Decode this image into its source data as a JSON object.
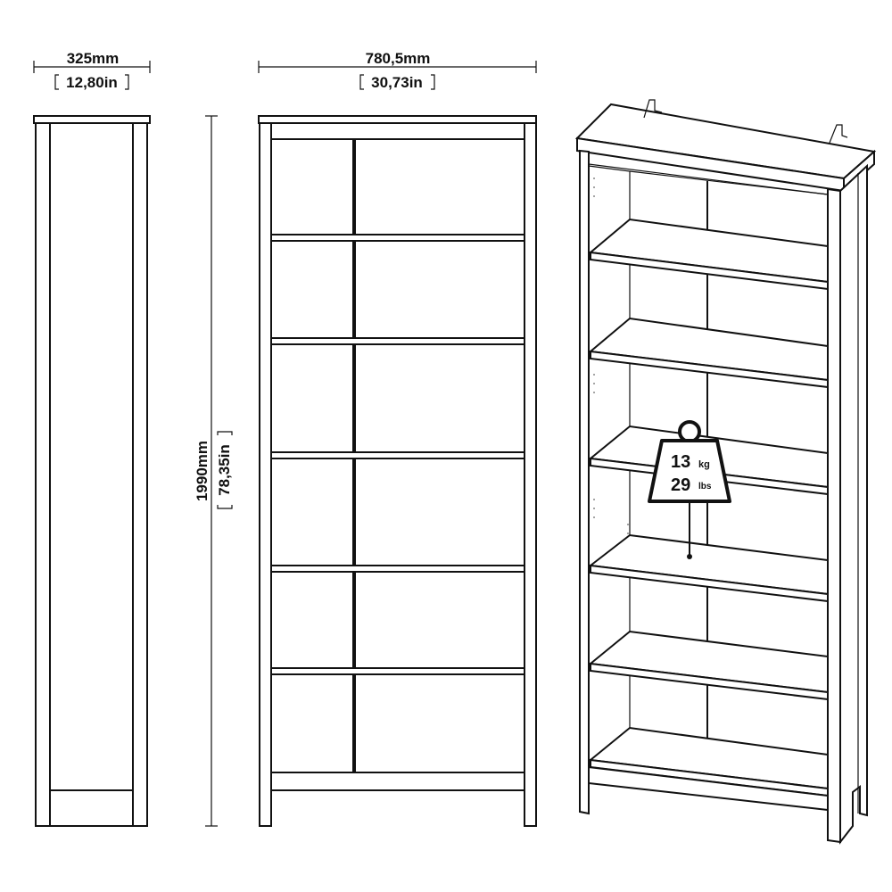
{
  "side_view": {
    "depth_mm": "325mm",
    "depth_in": "12,80in"
  },
  "front_view": {
    "width_mm": "780,5mm",
    "width_in": "30,73in",
    "height_mm": "1990mm",
    "height_in": "78,35in"
  },
  "load_badge": {
    "weight_kg_value": "13",
    "weight_kg_unit": "kg",
    "weight_lbs_value": "29",
    "weight_lbs_unit": "lbs"
  }
}
